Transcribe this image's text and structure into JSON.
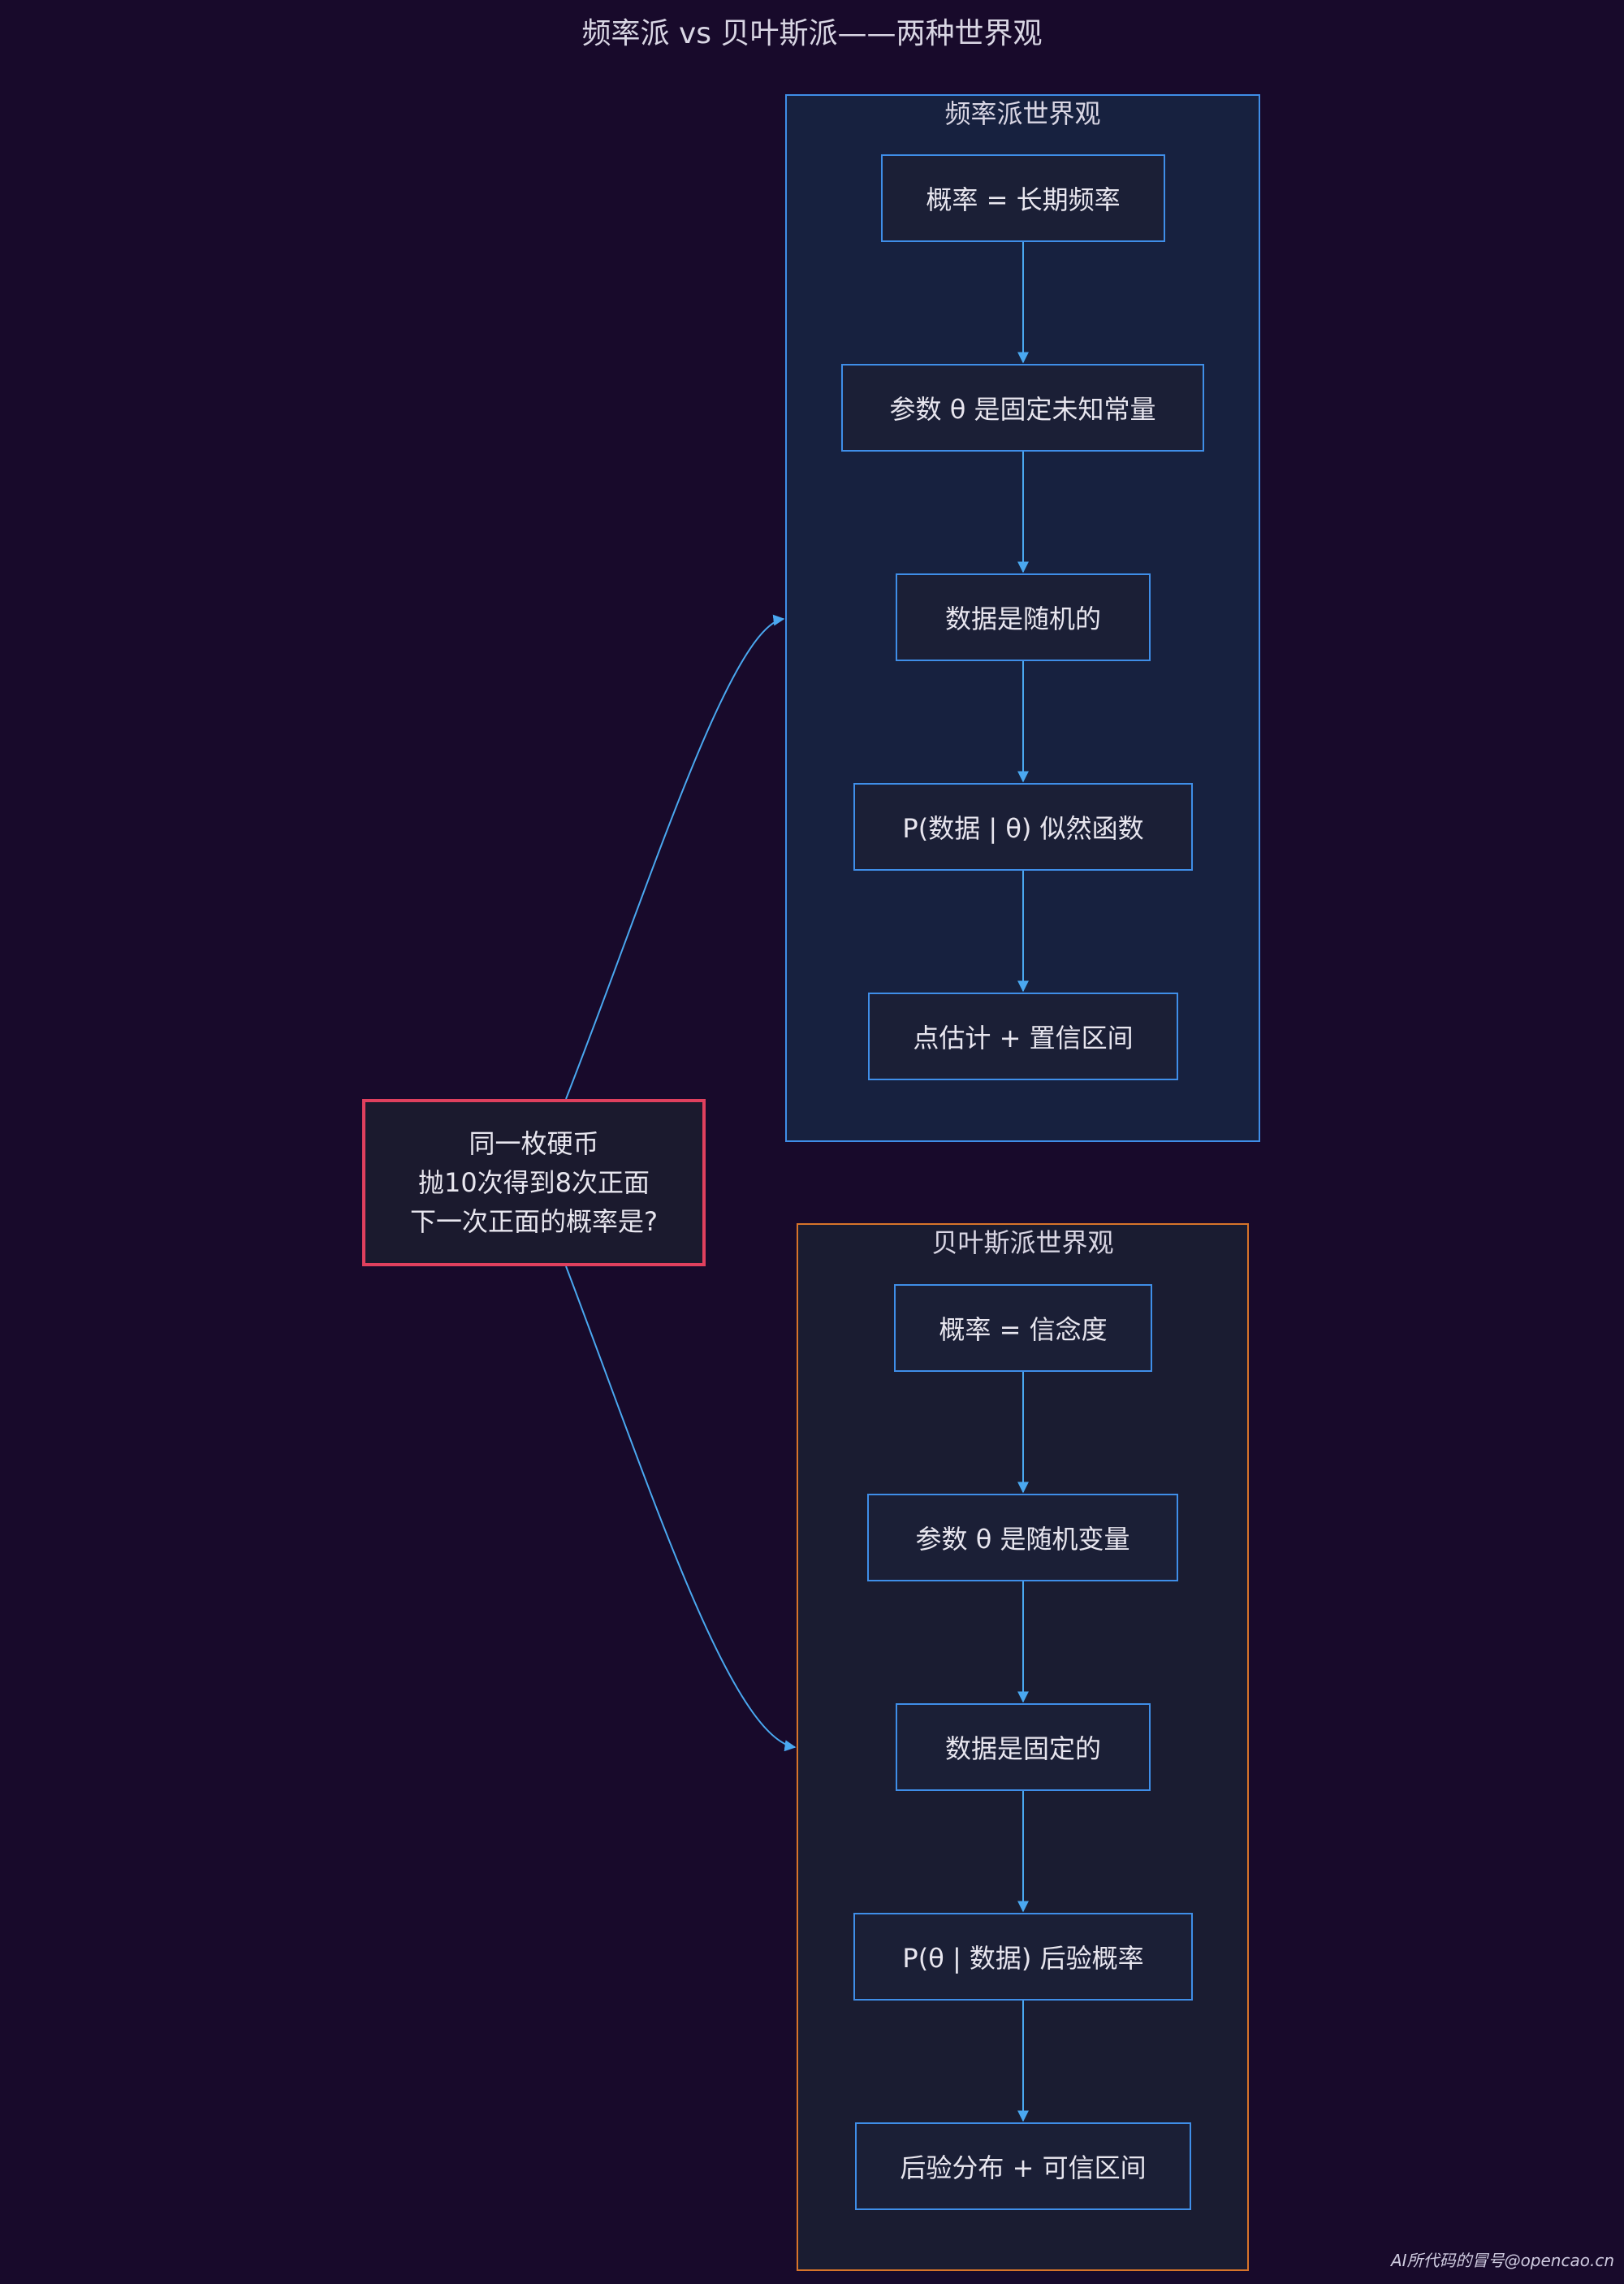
{
  "title": "频率派 vs 贝叶斯派——两种世界观",
  "center_node": {
    "lines": [
      "同一枚硬币",
      "抛10次得到8次正面",
      "下一次正面的概率是?"
    ]
  },
  "frequentist": {
    "label": "频率派世界观",
    "nodes": [
      "概率 = 长期频率",
      "参数 θ 是固定未知常量",
      "数据是随机的",
      "P(数据 | θ) 似然函数",
      "点估计 + 置信区间"
    ]
  },
  "bayesian": {
    "label": "贝叶斯派世界观",
    "nodes": [
      "概率 = 信念度",
      "参数 θ 是随机变量",
      "数据是固定的",
      "P(θ | 数据) 后验概率",
      "后验分布 + 可信区间"
    ]
  },
  "watermark": "AI所代码的冒号@opencao.cn",
  "colors": {
    "background": "#180a2b",
    "frequentist_border": "#3f8ee8",
    "bayesian_border": "#d8742a",
    "center_border": "#e0405e",
    "edge": "#4aa8f0"
  }
}
